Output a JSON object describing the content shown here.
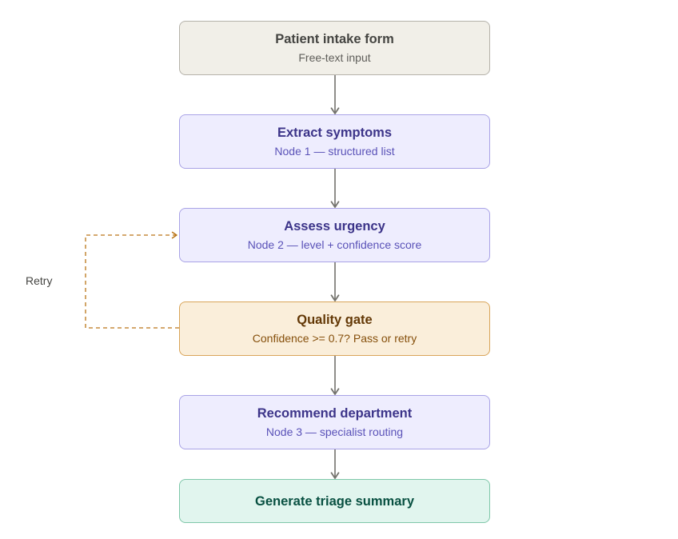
{
  "nodes": [
    {
      "id": "intake",
      "title": "Patient intake form",
      "subtitle": "Free-text input"
    },
    {
      "id": "extract",
      "title": "Extract symptoms",
      "subtitle": "Node 1 — structured list"
    },
    {
      "id": "assess",
      "title": "Assess urgency",
      "subtitle": "Node 2 — level + confidence score"
    },
    {
      "id": "gate",
      "title": "Quality gate",
      "subtitle": "Confidence >= 0.7? Pass or retry"
    },
    {
      "id": "recommend",
      "title": "Recommend department",
      "subtitle": "Node 3 — specialist routing"
    },
    {
      "id": "summary",
      "title": "Generate triage summary"
    }
  ],
  "edges": [
    {
      "from": "intake",
      "to": "extract"
    },
    {
      "from": "extract",
      "to": "assess"
    },
    {
      "from": "assess",
      "to": "gate"
    },
    {
      "from": "gate",
      "to": "recommend"
    },
    {
      "from": "recommend",
      "to": "summary"
    },
    {
      "from": "gate",
      "to": "assess",
      "label": "Retry",
      "style": "dashed"
    }
  ],
  "colors": {
    "arrow": "#73726c",
    "retry_arrow": "#ba7517"
  }
}
